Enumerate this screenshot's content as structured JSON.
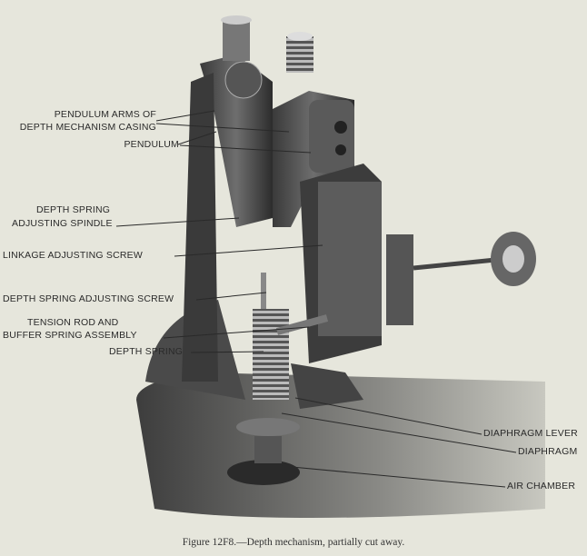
{
  "figure": {
    "caption": "Figure 12F8.—Depth mechanism, partially cut away.",
    "labels": {
      "pendulum_arms_1": "PENDULUM ARMS OF",
      "pendulum_arms_2": "DEPTH MECHANISM CASING",
      "pendulum": "PENDULUM",
      "depth_spring_spindle_1": "DEPTH SPRING",
      "depth_spring_spindle_2": "ADJUSTING SPINDLE",
      "linkage_screw": "LINKAGE ADJUSTING SCREW",
      "depth_spring_screw": "DEPTH SPRING ADJUSTING SCREW",
      "tension_rod_1": "TENSION ROD AND",
      "tension_rod_2": "BUFFER SPRING ASSEMBLY",
      "depth_spring": "DEPTH SPRING",
      "diaphragm_lever": "DIAPHRAGM LEVER",
      "diaphragm": "DIAPHRAGM",
      "air_chamber": "AIR CHAMBER"
    }
  }
}
